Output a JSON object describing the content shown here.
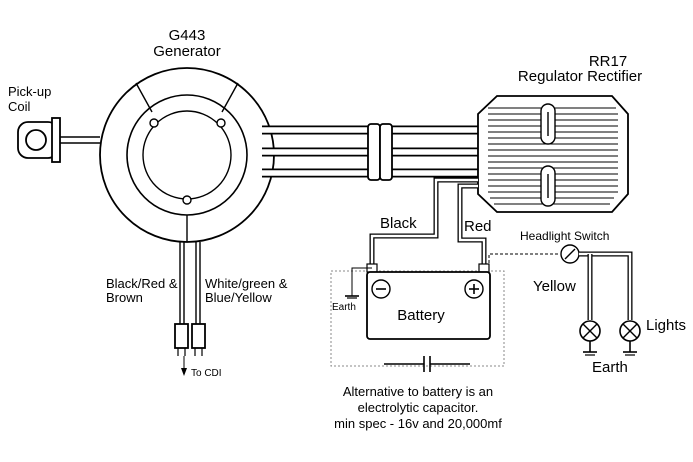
{
  "generator": {
    "model": "G443",
    "name": "Generator"
  },
  "pickup": {
    "line1": "Pick-up",
    "line2": "Coil"
  },
  "regulator": {
    "model": "RR17",
    "name": "Regulator Rectifier"
  },
  "wires": {
    "black": "Black",
    "red": "Red",
    "black_red_line1": "Black/Red &",
    "black_red_line2": "Brown",
    "white_green_line1": "White/green &",
    "white_green_line2": "Blue/Yellow",
    "yellow": "Yellow"
  },
  "battery": {
    "label": "Battery",
    "earth": "Earth"
  },
  "cdi": {
    "label": "To CDI"
  },
  "switch": {
    "label": "Headlight Switch"
  },
  "lights": {
    "label": "Lights",
    "earth": "Earth"
  },
  "note": {
    "line1": "Alternative to battery is an",
    "line2": "electrolytic capacitor.",
    "line3": "min spec - 16v and 20,000mf"
  }
}
